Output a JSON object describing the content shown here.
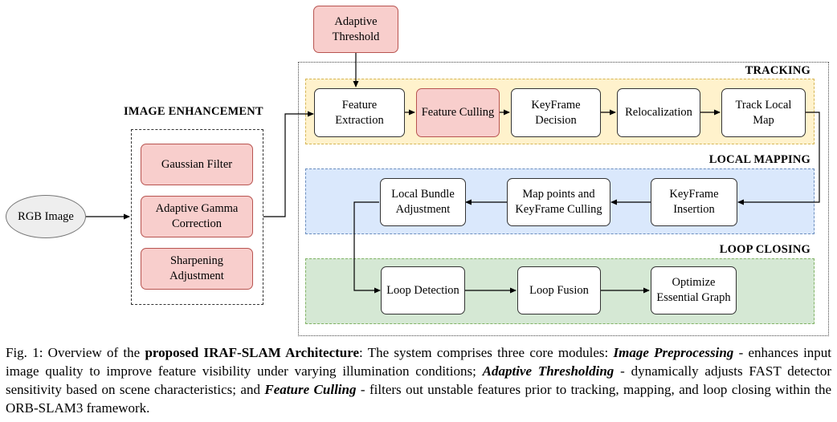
{
  "nodes": {
    "adaptive_threshold": "Adaptive\nThreshold",
    "rgb_image": "RGB Image",
    "gaussian_filter": "Gaussian Filter",
    "adaptive_gamma": "Adaptive Gamma\nCorrection",
    "sharpening": "Sharpening\nAdjustment",
    "feature_extraction": "Feature\nExtraction",
    "feature_culling": "Feature Culling",
    "keyframe_decision": "KeyFrame\nDecision",
    "relocalization": "Relocalization",
    "track_local_map": "Track Local\nMap",
    "keyframe_insertion": "KeyFrame\nInsertion",
    "map_points_culling": "Map points and\nKeyFrame Culling",
    "local_bundle_adjustment": "Local Bundle\nAdjustment",
    "loop_detection": "Loop Detection",
    "loop_fusion": "Loop Fusion",
    "optimize_essential_graph": "Optimize\nEssential Graph"
  },
  "sections": {
    "image_enhancement": "IMAGE ENHANCEMENT",
    "tracking": "TRACKING",
    "local_mapping": "LOCAL MAPPING",
    "loop_closing": "LOOP CLOSING"
  },
  "caption": {
    "prefix": "Fig. 1: Overview of the ",
    "title": "proposed IRAF-SLAM Architecture",
    "part1": ": The system comprises three core modules: ",
    "term1": "Image Preprocessing",
    "part2": " - enhances input image quality to improve feature visibility under varying illumination conditions; ",
    "term2": "Adaptive Thresholding",
    "part3": " - dynamically adjusts FAST detector sensitivity based on scene characteristics; and ",
    "term3": "Feature Culling",
    "part4": " - filters out unstable features prior to tracking, mapping, and loop closing within the ORB-SLAM3 framework."
  },
  "colors": {
    "pink_fill": "#f8cecc",
    "tracking_band": "#fff2cc",
    "mapping_band": "#dae8fc",
    "loop_band": "#d5e8d4",
    "rgb_fill": "#eeeeee"
  }
}
